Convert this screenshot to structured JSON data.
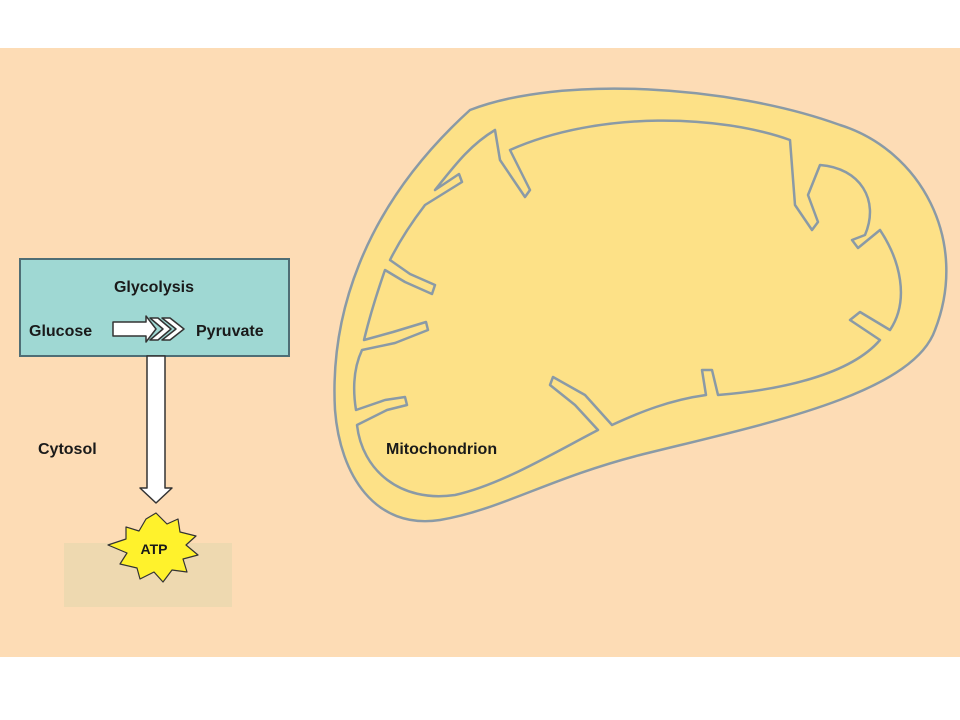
{
  "glycolysis_box": {
    "title": "Glycolysis",
    "input": "Glucose",
    "output": "Pyruvate"
  },
  "cytosol_label": "Cytosol",
  "atp_label": "ATP",
  "mitochondrion_label": "Mitochondrion",
  "colors": {
    "background": "#fddcb5",
    "glycolysis_box": "#9fd8d3",
    "mitochondrion_fill": "#fde187",
    "membrane": "#8a9aa6",
    "atp_burst": "#fff22c"
  }
}
